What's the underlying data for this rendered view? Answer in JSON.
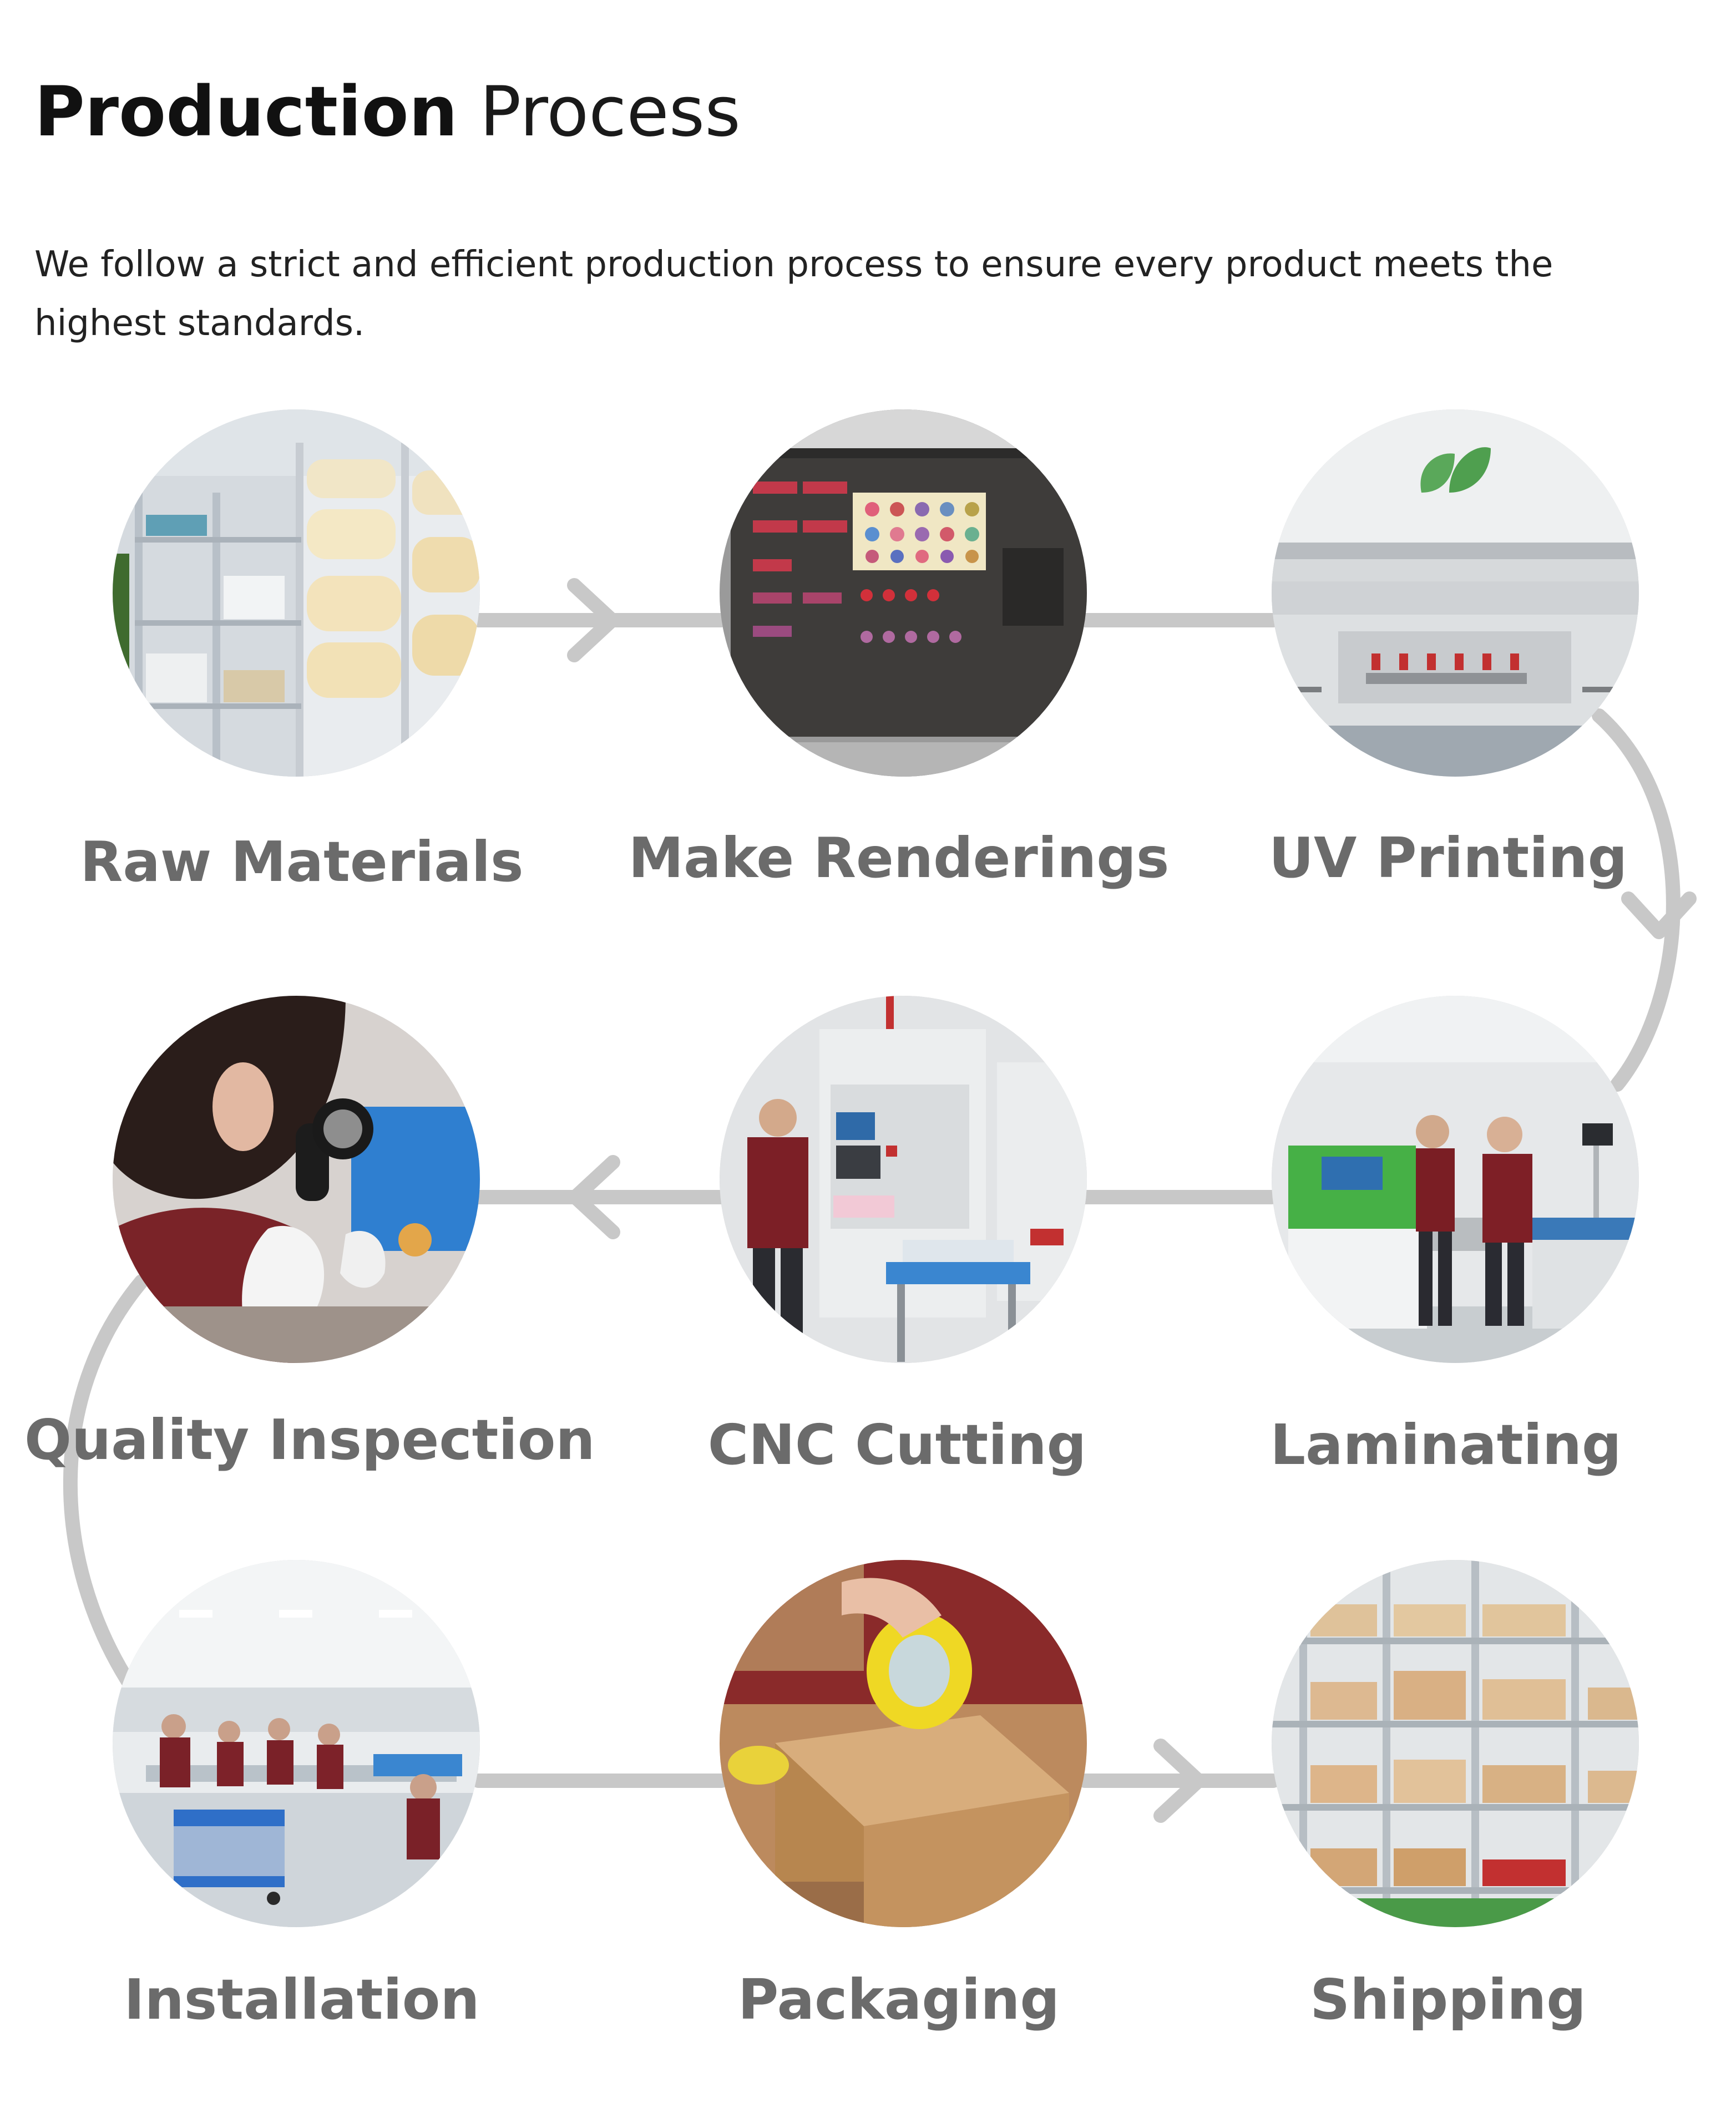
{
  "header": {
    "title_bold": "Production",
    "title_light": "Process",
    "intro": "We follow a strict and efficient production process to ensure every product meets the highest standards."
  },
  "colors": {
    "connector": "#c8c8c8",
    "label": "#6b6b6b",
    "title": "#111111"
  },
  "steps": [
    {
      "label": "Raw Materials",
      "icon": "raw-materials-photo"
    },
    {
      "label": "Make Renderings",
      "icon": "renderings-photo"
    },
    {
      "label": "UV Printing",
      "icon": "uv-printer-photo"
    },
    {
      "label": "Laminating",
      "icon": "laminating-photo"
    },
    {
      "label": "CNC Cutting",
      "icon": "cnc-machine-photo"
    },
    {
      "label": "Quality Inspection",
      "icon": "inspection-photo"
    },
    {
      "label": "Installation",
      "icon": "installation-photo"
    },
    {
      "label": "Packaging",
      "icon": "packaging-photo"
    },
    {
      "label": "Shipping",
      "icon": "shipping-photo"
    }
  ]
}
